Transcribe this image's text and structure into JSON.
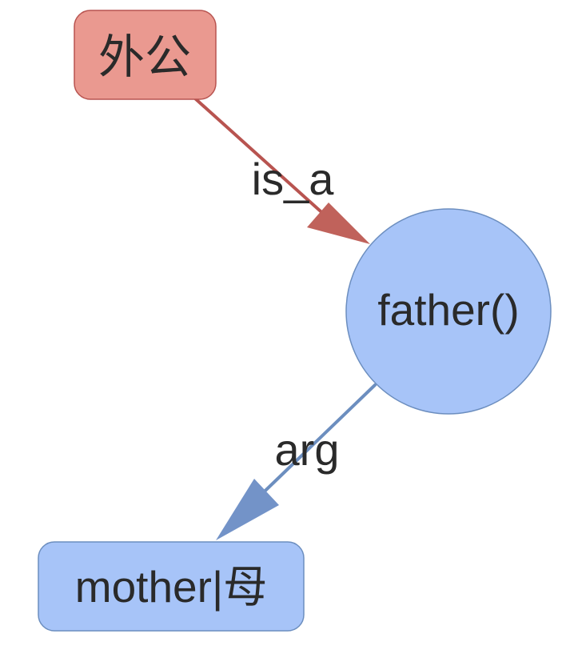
{
  "nodes": {
    "waigong": {
      "label": "外公",
      "shape": "rounded-rect",
      "fill": "#EA9990",
      "stroke": "#B85450"
    },
    "father": {
      "label": "father()",
      "shape": "circle",
      "fill": "#A7C4F8",
      "stroke": "#6C8EBF"
    },
    "mother": {
      "label": "mother|母",
      "shape": "rounded-rect",
      "fill": "#A7C4F8",
      "stroke": "#6C8EBF"
    }
  },
  "edges": {
    "is_a": {
      "label": "is_a",
      "from": "外公",
      "to": "father()",
      "color": "#B85450"
    },
    "arg": {
      "label": "arg",
      "from": "father()",
      "to": "mother|母",
      "color": "#6C8EBF"
    }
  }
}
